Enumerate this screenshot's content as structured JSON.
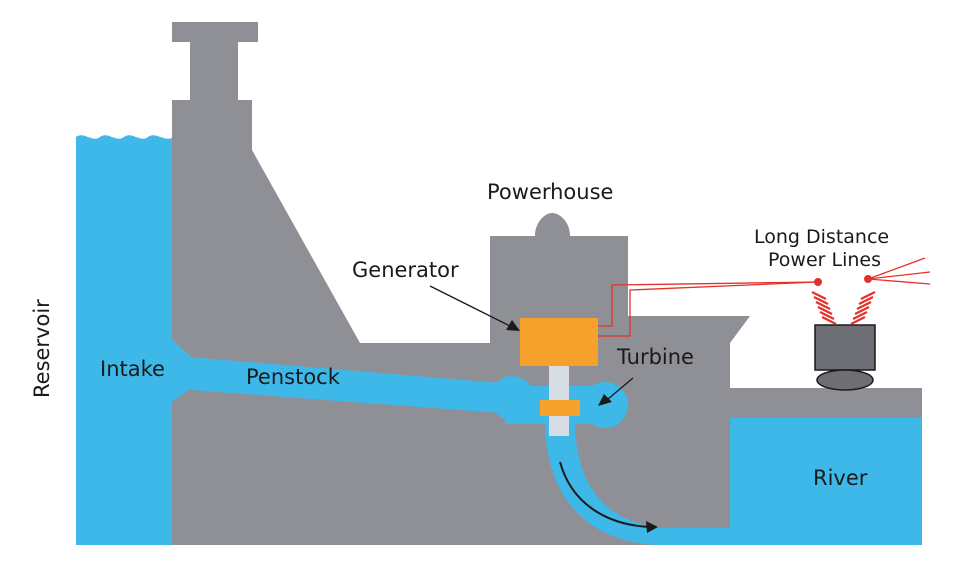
{
  "labels": {
    "reservoir": "Reservoir",
    "intake": "Intake",
    "penstock": "Penstock",
    "powerhouse": "Powerhouse",
    "generator": "Generator",
    "turbine": "Turbine",
    "power_lines_line1": "Long Distance",
    "power_lines_line2": "Power Lines",
    "river": "River"
  },
  "colors": {
    "water": "#3db8e8",
    "concrete": "#8f9096",
    "dark_gray": "#6e6f74",
    "generator": "#f5a12c",
    "shaft": "#d6dde5",
    "wire": "#e4312b",
    "text": "#1a1a1a"
  }
}
